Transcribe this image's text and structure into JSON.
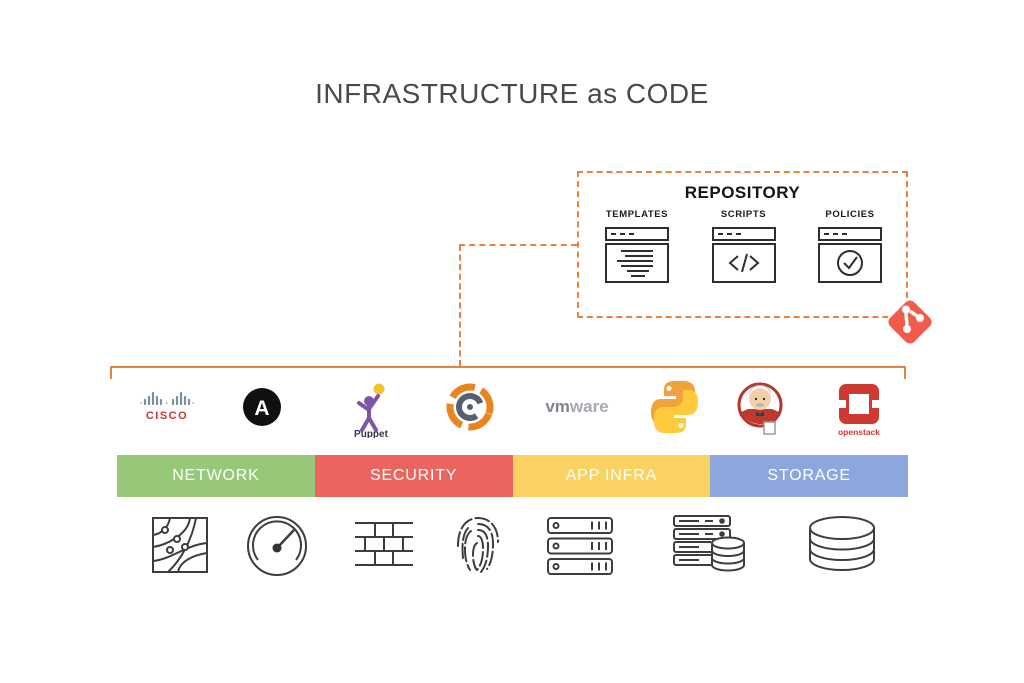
{
  "title": "INFRASTRUCTURE as CODE",
  "repository": {
    "title": "REPOSITORY",
    "items": [
      {
        "label": "TEMPLATES",
        "icon": "browser-window-lines-icon"
      },
      {
        "label": "SCRIPTS",
        "icon": "browser-window-code-icon"
      },
      {
        "label": "POLICIES",
        "icon": "browser-window-check-icon"
      }
    ]
  },
  "git": {
    "icon": "git-branch-icon",
    "color": "#F15B4B"
  },
  "tools": [
    {
      "name": "Cisco",
      "text": "CISCO"
    },
    {
      "name": "Ansible",
      "text": "A"
    },
    {
      "name": "Puppet",
      "text": "Puppet"
    },
    {
      "name": "Chef"
    },
    {
      "name": "VMware",
      "text_parts": [
        "vm",
        "ware"
      ]
    },
    {
      "name": "Python"
    },
    {
      "name": "Jenkins"
    },
    {
      "name": "OpenStack",
      "text": "openstack"
    }
  ],
  "layers": [
    {
      "label": "NETWORK",
      "color": "#96C878"
    },
    {
      "label": "SECURITY",
      "color": "#E9655E"
    },
    {
      "label": "APP INFRA",
      "color": "#F9D263"
    },
    {
      "label": "STORAGE",
      "color": "#8BA7DE"
    }
  ],
  "capability_icons": [
    "network-map-icon",
    "gauge-icon",
    "firewall-icon",
    "fingerprint-icon",
    "server-rack-icon",
    "servers-database-icon",
    "database-icon"
  ],
  "colors": {
    "accent_orange": "#E8823F",
    "git_red": "#F15B4B",
    "title_gray": "#4A4A4A",
    "icon_stroke": "#3D3D3D",
    "cisco_red": "#C0392B",
    "openstack_red": "#CC3A30"
  }
}
